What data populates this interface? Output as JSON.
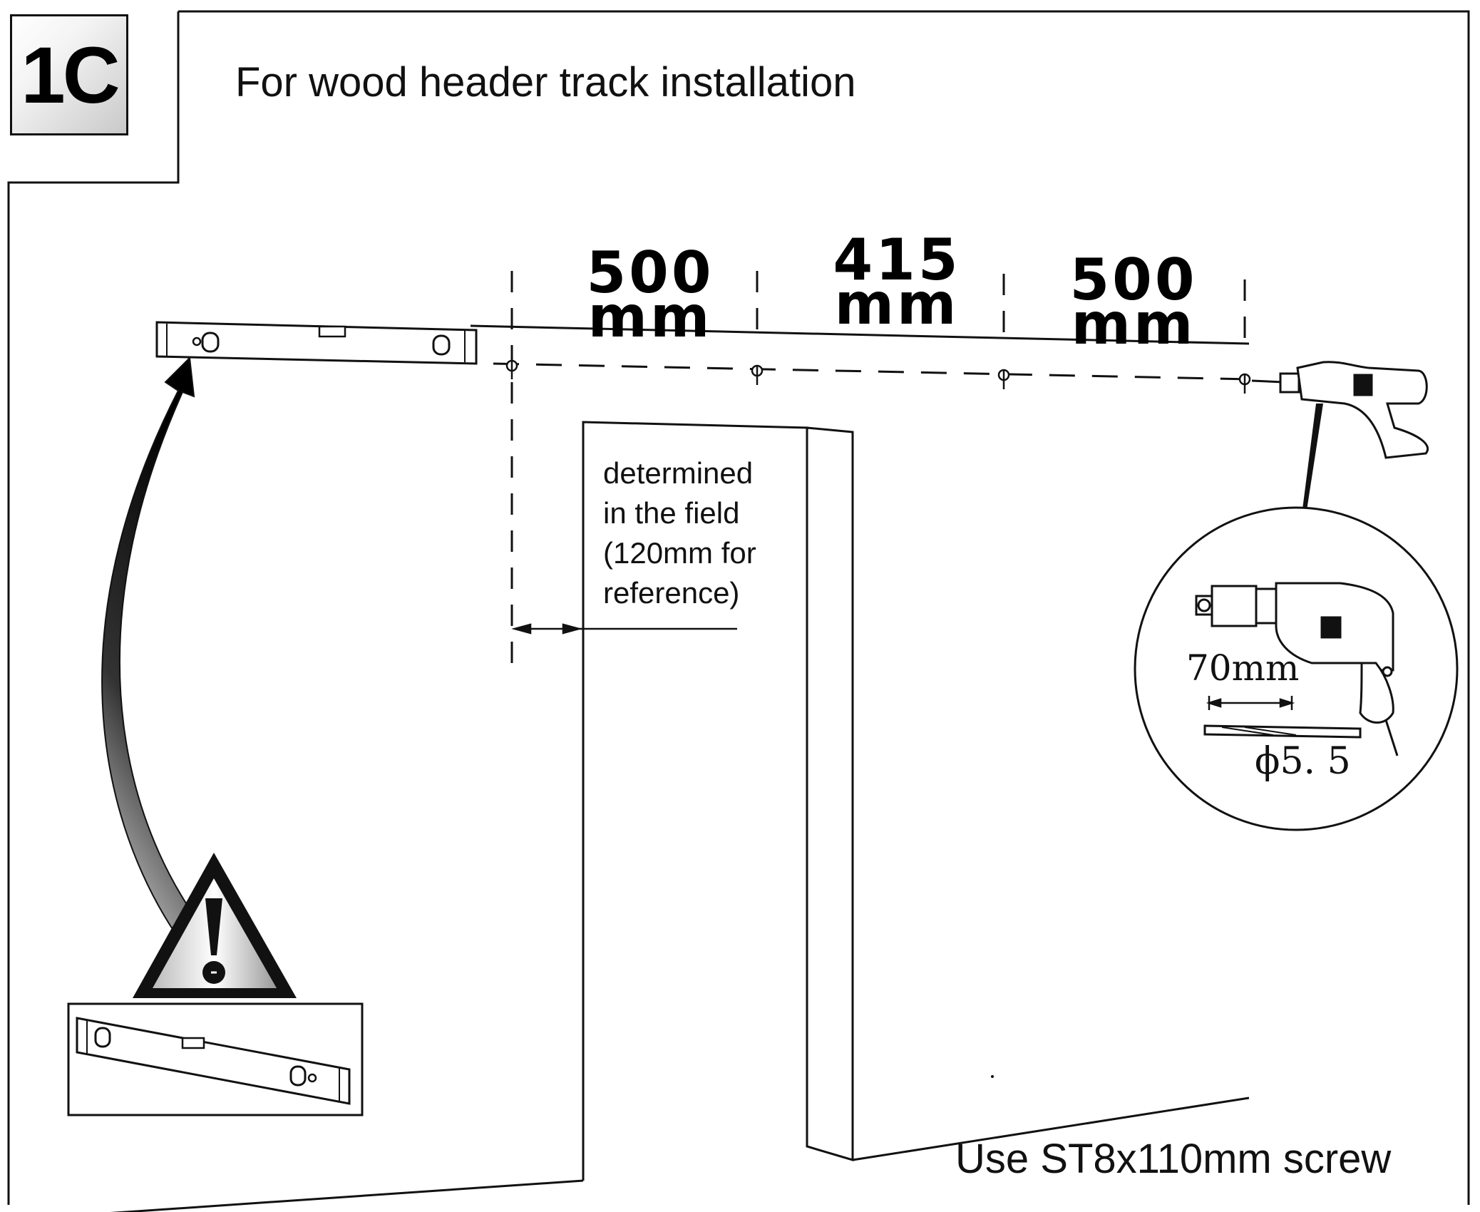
{
  "step": {
    "label": "1C"
  },
  "title": "For wood header track  installation",
  "dimensions": [
    {
      "value": "500",
      "unit": "mm"
    },
    {
      "value": "415",
      "unit": "mm"
    },
    {
      "value": "500",
      "unit": "mm"
    }
  ],
  "field_note": "determined\nin the field\n(120mm for\nreference)",
  "drill": {
    "depth_label": "70mm",
    "bit_diameter": "ϕ5. 5"
  },
  "screw_note": "Use ST8x110mm screw"
}
